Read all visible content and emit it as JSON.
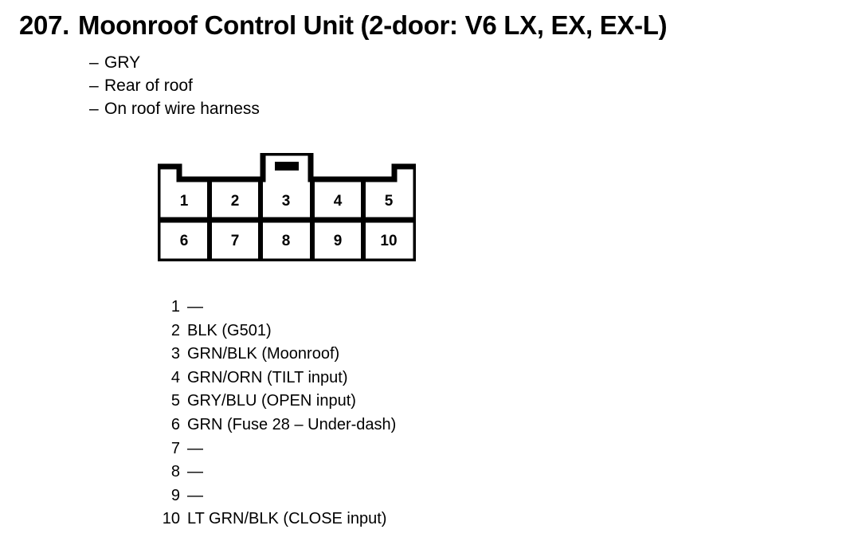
{
  "title": {
    "number": "207.",
    "text": "Moonroof Control Unit (2-door: V6 LX, EX, EX-L)"
  },
  "notes": {
    "dash": "–",
    "items": [
      "GRY",
      "Rear of roof",
      "On roof wire harness"
    ]
  },
  "connector": {
    "rows": [
      [
        "1",
        "2",
        "3",
        "4",
        "5"
      ],
      [
        "6",
        "7",
        "8",
        "9",
        "10"
      ]
    ],
    "stroke_color": "#000000",
    "fill_color": "#ffffff"
  },
  "pin_legend": [
    {
      "pin": "1",
      "desc": "—"
    },
    {
      "pin": "2",
      "desc": "BLK (G501)"
    },
    {
      "pin": "3",
      "desc": "GRN/BLK (Moonroof)"
    },
    {
      "pin": "4",
      "desc": "GRN/ORN (TILT input)"
    },
    {
      "pin": "5",
      "desc": "GRY/BLU (OPEN input)"
    },
    {
      "pin": "6",
      "desc": "GRN (Fuse 28 – Under-dash)"
    },
    {
      "pin": "7",
      "desc": "—"
    },
    {
      "pin": "8",
      "desc": "—"
    },
    {
      "pin": "9",
      "desc": "—"
    },
    {
      "pin": "10",
      "desc": "LT GRN/BLK (CLOSE input)"
    }
  ]
}
